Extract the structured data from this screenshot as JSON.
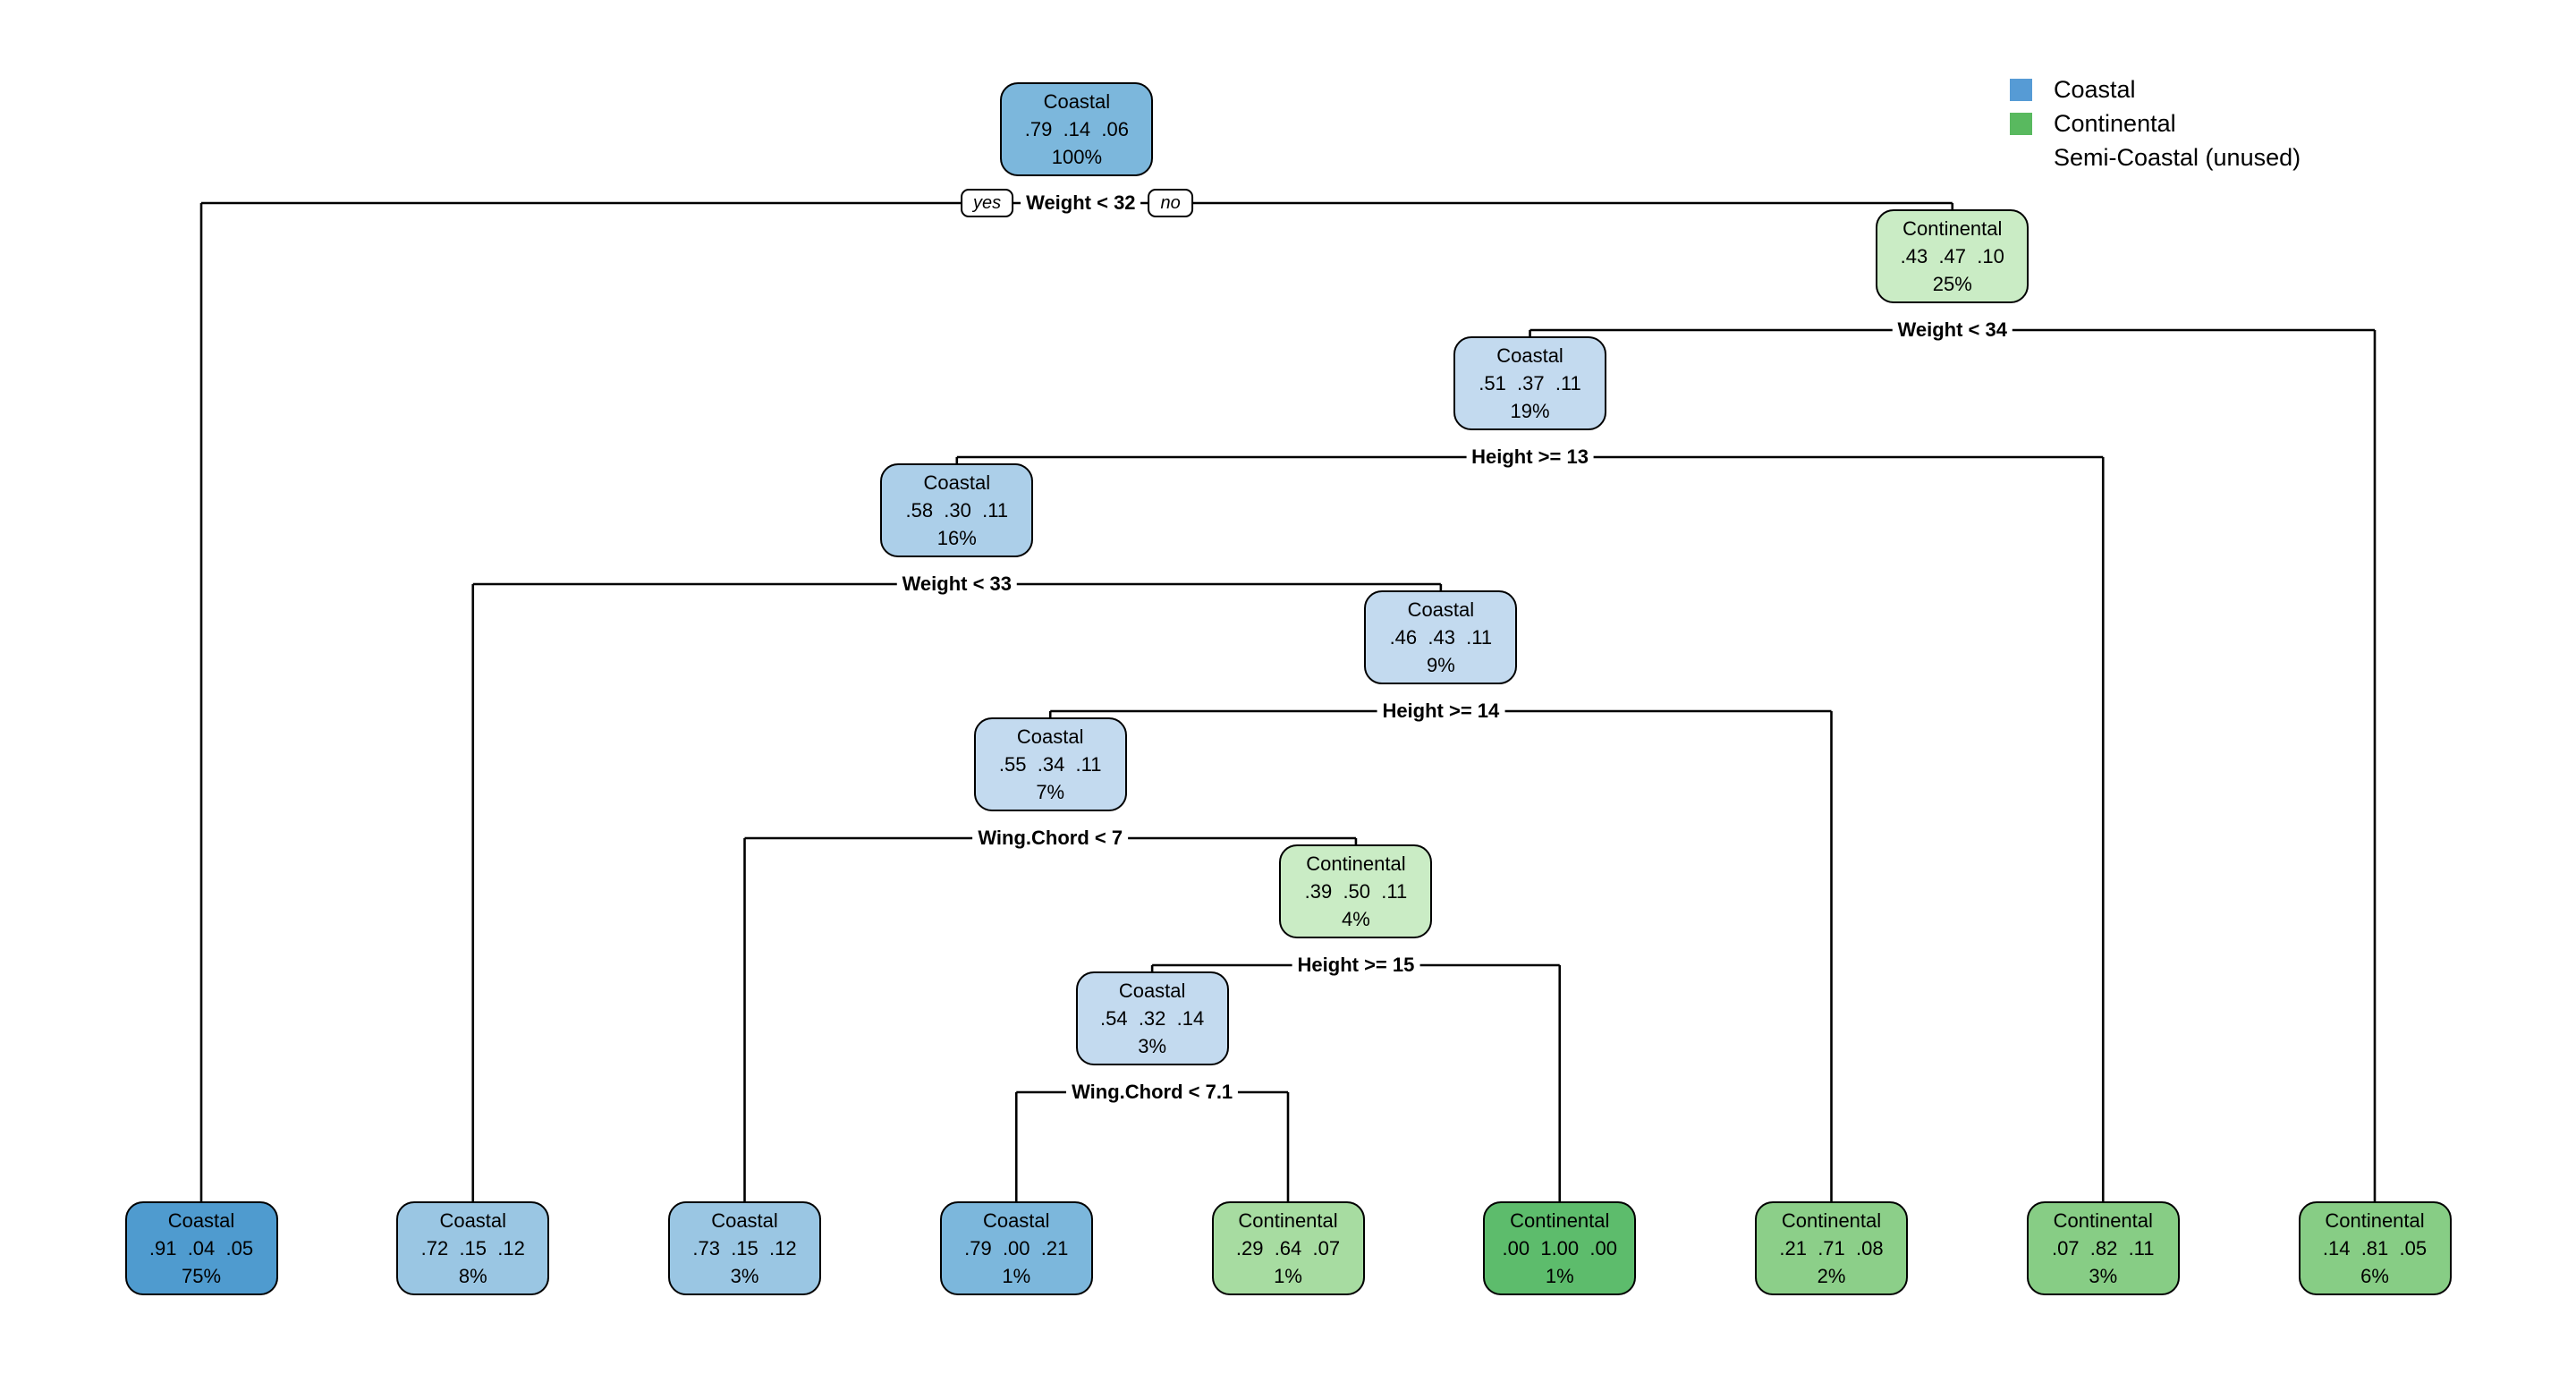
{
  "legend": {
    "items": [
      {
        "label": "Coastal",
        "color": "#569BD5"
      },
      {
        "label": "Continental",
        "color": "#59B95F"
      },
      {
        "label": "Semi-Coastal (unused)",
        "color": ""
      }
    ]
  },
  "root_split": {
    "yes_label": "yes",
    "no_label": "no"
  },
  "tree": {
    "class": "Coastal",
    "probs": ".79  .14  .06",
    "pct": "100%",
    "fill": "#7CB7DC",
    "split": "Weight < 32",
    "children": [
      {
        "class": "Coastal",
        "probs": ".91  .04  .05",
        "pct": "75%",
        "fill": "#4F9BCF"
      },
      {
        "class": "Continental",
        "probs": ".43  .47  .10",
        "pct": "25%",
        "fill": "#CAECC5",
        "split": "Weight < 34",
        "children": [
          {
            "class": "Coastal",
            "probs": ".51  .37  .11",
            "pct": "19%",
            "fill": "#C3DAEF",
            "split": "Height >= 13",
            "children": [
              {
                "class": "Coastal",
                "probs": ".58  .30  .11",
                "pct": "16%",
                "fill": "#ACCFE9",
                "split": "Weight < 33",
                "children": [
                  {
                    "class": "Coastal",
                    "probs": ".72  .15  .12",
                    "pct": "8%",
                    "fill": "#9AC6E3"
                  },
                  {
                    "class": "Coastal",
                    "probs": ".46  .43  .11",
                    "pct": "9%",
                    "fill": "#C3DAEF",
                    "split": "Height >= 14",
                    "children": [
                      {
                        "class": "Coastal",
                        "probs": ".55  .34  .11",
                        "pct": "7%",
                        "fill": "#C3DAEF",
                        "split": "Wing.Chord < 7",
                        "children": [
                          {
                            "class": "Coastal",
                            "probs": ".73  .15  .12",
                            "pct": "3%",
                            "fill": "#9AC6E3"
                          },
                          {
                            "class": "Continental",
                            "probs": ".39  .50  .11",
                            "pct": "4%",
                            "fill": "#CAECC5",
                            "split": "Height >= 15",
                            "children": [
                              {
                                "class": "Coastal",
                                "probs": ".54  .32  .14",
                                "pct": "3%",
                                "fill": "#C3DAEF",
                                "split": "Wing.Chord < 7.1",
                                "children": [
                                  {
                                    "class": "Coastal",
                                    "probs": ".79  .00  .21",
                                    "pct": "1%",
                                    "fill": "#7CB7DC"
                                  },
                                  {
                                    "class": "Continental",
                                    "probs": ".29  .64  .07",
                                    "pct": "1%",
                                    "fill": "#A7DCA1"
                                  }
                                ]
                              },
                              {
                                "class": "Continental",
                                "probs": ".00  1.00  .00",
                                "pct": "1%",
                                "fill": "#5DBC6C"
                              }
                            ]
                          }
                        ]
                      },
                      {
                        "class": "Continental",
                        "probs": ".21  .71  .08",
                        "pct": "2%",
                        "fill": "#8CCF89"
                      }
                    ]
                  }
                ]
              },
              {
                "class": "Continental",
                "probs": ".07  .82  .11",
                "pct": "3%",
                "fill": "#87CD85"
              }
            ]
          },
          {
            "class": "Continental",
            "probs": ".14  .81  .05",
            "pct": "6%",
            "fill": "#87CD85"
          }
        ]
      }
    ]
  }
}
